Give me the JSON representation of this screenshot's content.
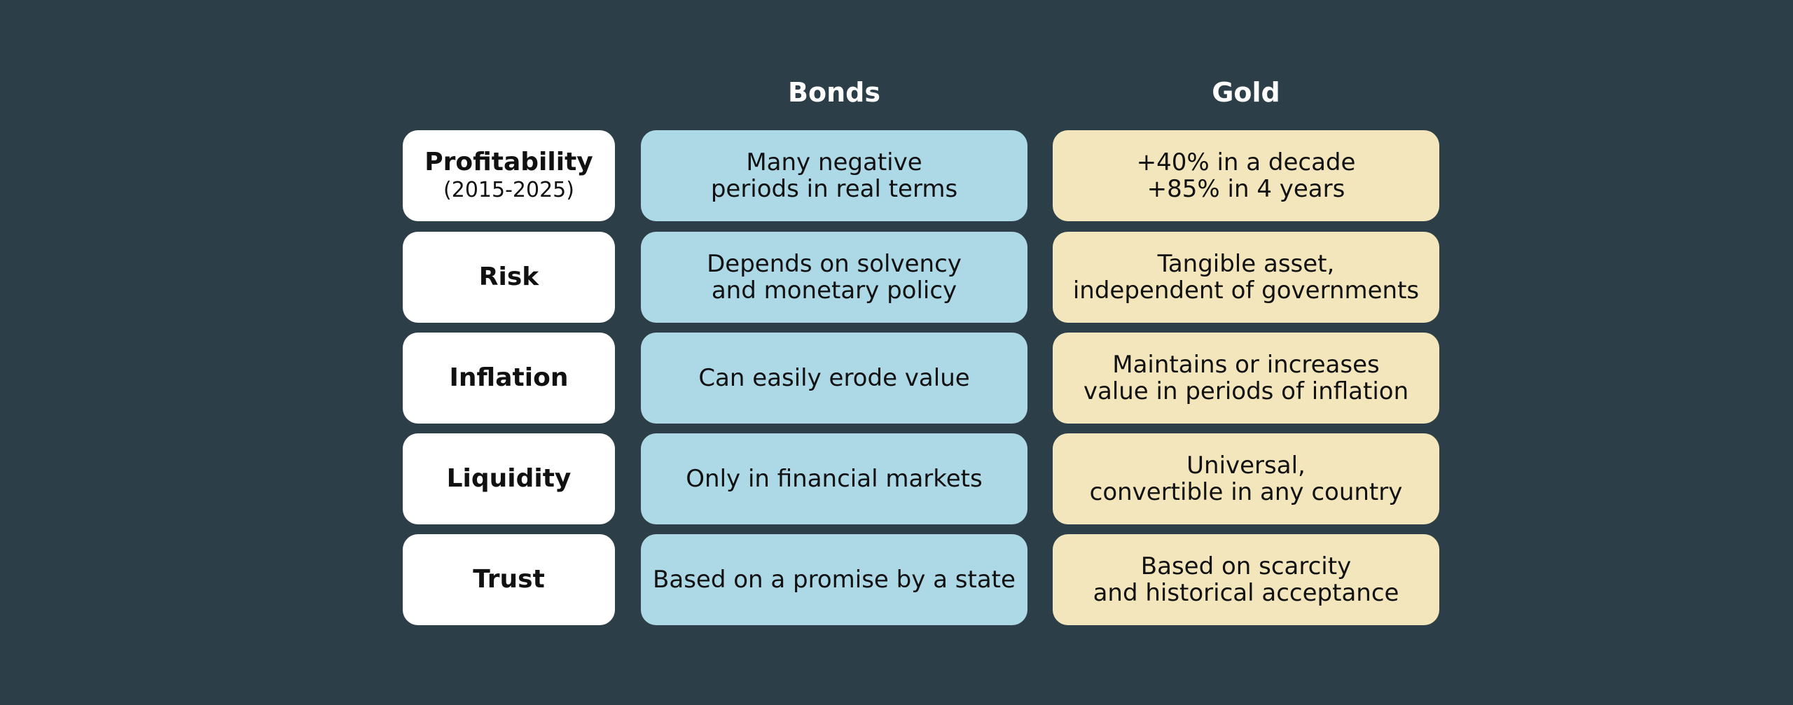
{
  "headers": {
    "bonds": "Bonds",
    "gold": "Gold"
  },
  "rows": [
    {
      "label": "Profitability",
      "sublabel": "(2015-2025)",
      "bonds": [
        "Many negative",
        "periods in real terms"
      ],
      "gold": [
        "+40% in a decade",
        "+85% in 4 years"
      ]
    },
    {
      "label": "Risk",
      "sublabel": "",
      "bonds": [
        "Depends on solvency",
        "and monetary policy"
      ],
      "gold": [
        "Tangible asset,",
        "independent of governments"
      ]
    },
    {
      "label": "Inflation",
      "sublabel": "",
      "bonds": [
        "Can easily erode value"
      ],
      "gold": [
        "Maintains or increases",
        "value in periods of inflation"
      ]
    },
    {
      "label": "Liquidity",
      "sublabel": "",
      "bonds": [
        "Only in financial markets"
      ],
      "gold": [
        "Universal,",
        "convertible in any country"
      ]
    },
    {
      "label": "Trust",
      "sublabel": "",
      "bonds": [
        "Based on a promise by a state"
      ],
      "gold": [
        "Based on scarcity",
        "and historical acceptance"
      ]
    }
  ],
  "colors": {
    "background": "#2c3e48",
    "label_box": "#ffffff",
    "bonds_box": "#add8e6",
    "gold_box": "#f3e6bc",
    "header_text": "#ffffff",
    "cell_text": "#111111"
  }
}
